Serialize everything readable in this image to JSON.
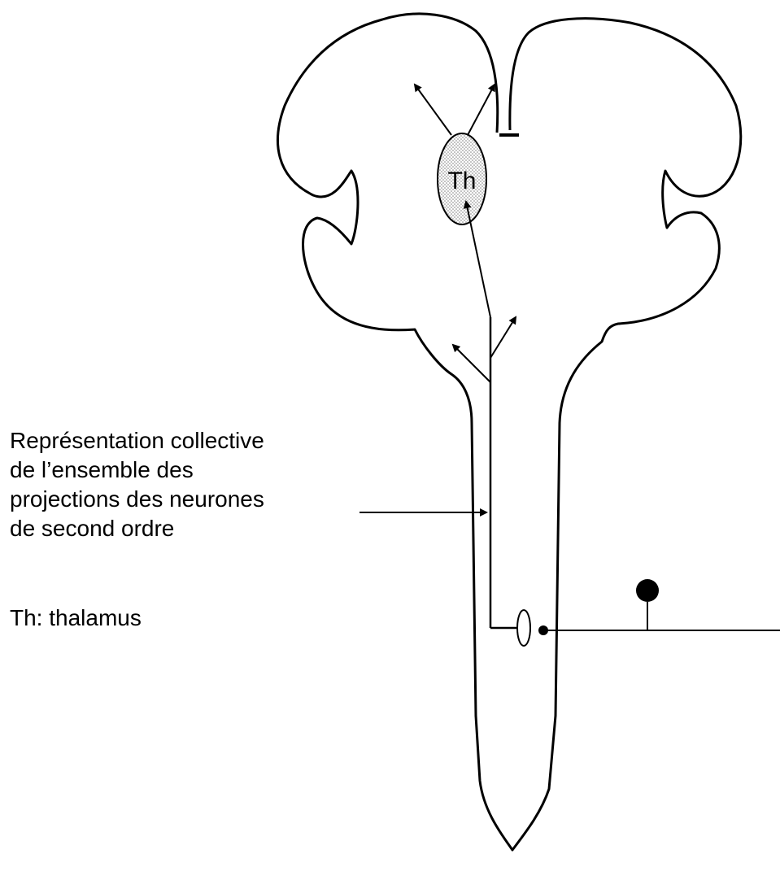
{
  "thalamus_label": "Th",
  "annotation": {
    "lines": [
      "Représentation collective",
      "de l’ensemble des",
      "projections des neurones",
      "de second ordre"
    ]
  },
  "legend": {
    "text": "Th: thalamus"
  },
  "colors": {
    "outline": "#000000",
    "thalamus_fill": "#d8d8d8",
    "background": "#ffffff"
  }
}
